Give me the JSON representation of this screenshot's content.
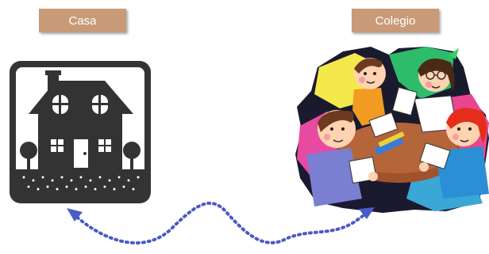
{
  "labels": {
    "home": "Casa",
    "school": "Colegio"
  },
  "icons": {
    "home": "house-icon",
    "school": "children-studying-clipart",
    "connector": "dotted-double-arrow"
  },
  "colors": {
    "label_bg": "#c99a78",
    "label_text": "#ffffff",
    "house_frame": "#333333",
    "house_fill": "#2f2f2f",
    "arrow": "#4a5bc4"
  }
}
